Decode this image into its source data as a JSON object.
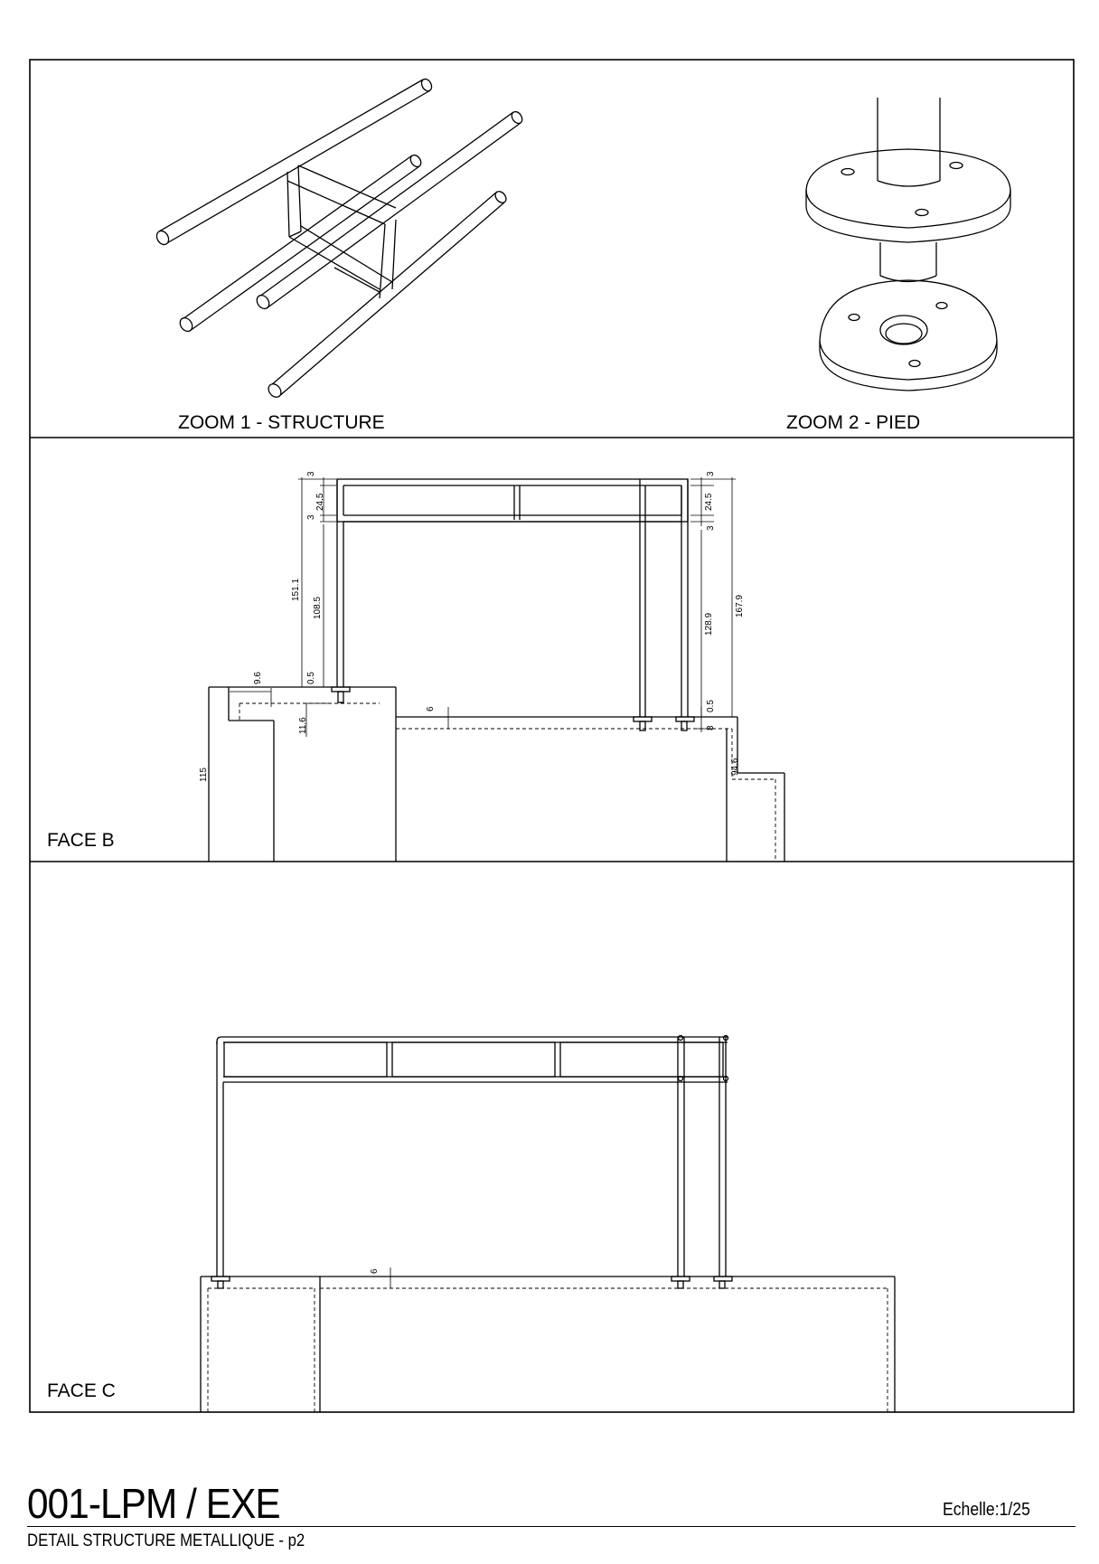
{
  "panels": {
    "zoom1_label": "ZOOM 1 - STRUCTURE",
    "zoom2_label": "ZOOM 2 - PIED",
    "face_b_label": "FACE B",
    "face_c_label": "FACE C"
  },
  "dimensions_face_b": {
    "top_rail": "3",
    "band_height": "24.5",
    "rail_gap": "3",
    "left_total": "151.1",
    "left_upright": "108.5",
    "left_offset": "0.5",
    "left_ledge": "9.6",
    "left_step": "11.6",
    "counter_height": "115",
    "top_thickness": "6",
    "right_top_rail": "3",
    "right_band": "24.5",
    "right_rail_gap": "3",
    "right_upright": "128.9",
    "right_total": "167.9",
    "right_offset": "0.5",
    "right_top": "8",
    "right_lower": "94.6"
  },
  "dimensions_face_c": {
    "top_thickness": "6"
  },
  "title_block": {
    "code": "001-LPM / EXE",
    "subtitle": "DETAIL STRUCTURE METALLIQUE - p2",
    "scale": "Echelle:1/25"
  }
}
